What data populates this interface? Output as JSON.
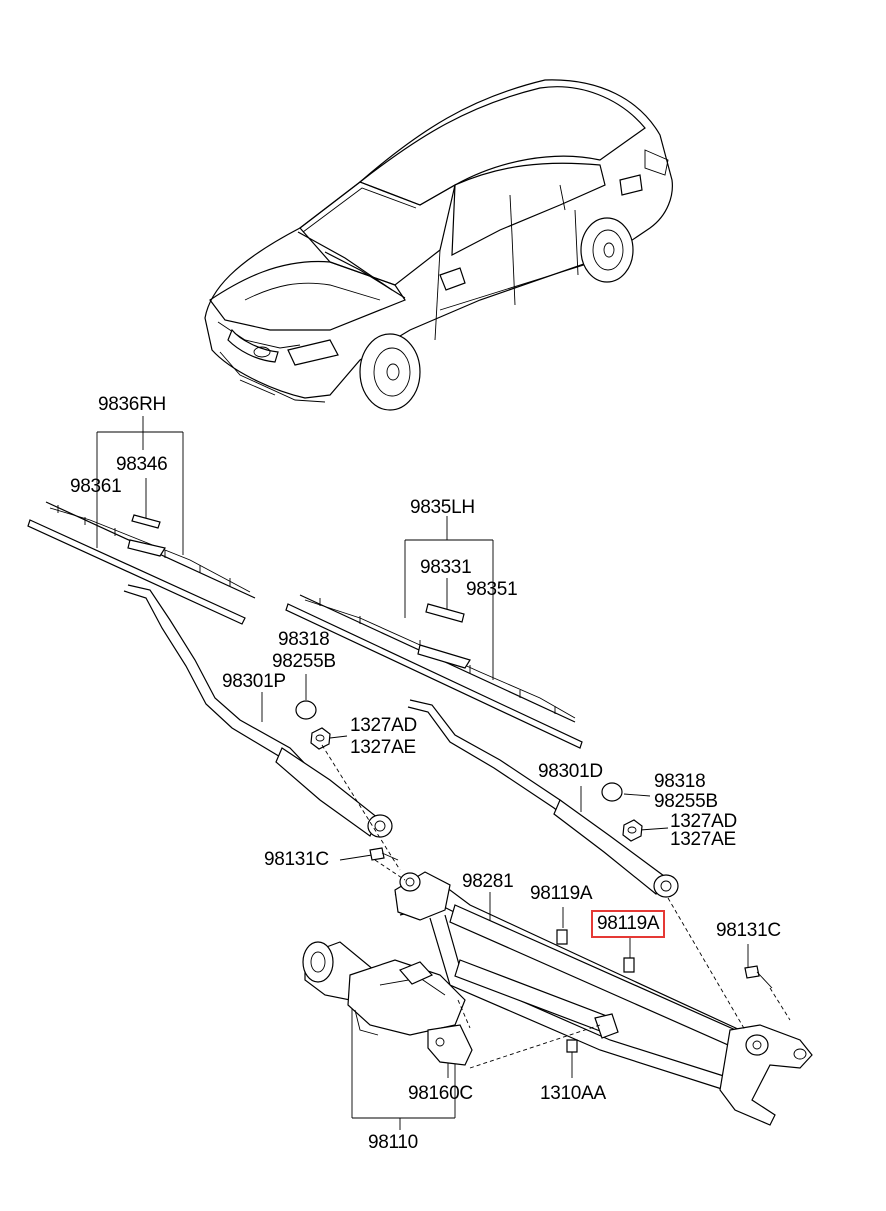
{
  "labels": {
    "p9836RH": "9836RH",
    "p98346": "98346",
    "p98361": "98361",
    "p9835LH": "9835LH",
    "p98331": "98331",
    "p98351": "98351",
    "p98318_a": "98318",
    "p98255B_a": "98255B",
    "p98301P": "98301P",
    "p1327AD_a": "1327AD",
    "p1327AE_a": "1327AE",
    "p98301D": "98301D",
    "p98318_b": "98318",
    "p98255B_b": "98255B",
    "p1327AD_b": "1327AD",
    "p1327AE_b": "1327AE",
    "p98131C_a": "98131C",
    "p98281": "98281",
    "p98119A_a": "98119A",
    "p98119A_highlighted": "98119A",
    "p98131C_b": "98131C",
    "p98160C": "98160C",
    "p1310AA": "1310AA",
    "p98110": "98110"
  },
  "highlight_color": "#e53935"
}
